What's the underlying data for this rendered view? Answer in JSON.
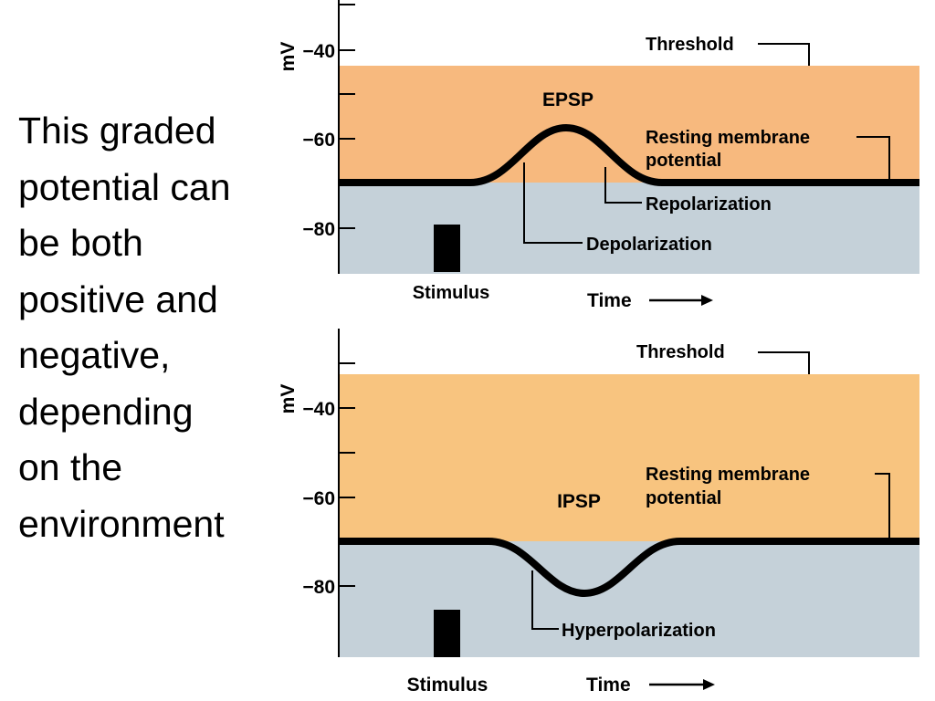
{
  "caption_lines": [
    "This graded",
    "potential can",
    "be both",
    "positive and",
    "negative,",
    "depending",
    "on the",
    "environment"
  ],
  "colors": {
    "above_resting": "#f7b97e",
    "above_resting_ipsp": "#f8c47f",
    "below_resting": "#c5d1d9",
    "trace": "#000000",
    "stimulus": "#000000"
  },
  "panels": [
    {
      "name": "EPSP",
      "title": "EPSP",
      "y_axis_label": "mV",
      "y_ticks": [
        "−40",
        "−60",
        "−80"
      ],
      "threshold_label": "Threshold",
      "resting_label_lines": [
        "Resting membrane",
        "potential"
      ],
      "annotations": [
        "Repolarization",
        "Depolarization"
      ],
      "stimulus_label": "Stimulus",
      "time_label": "Time"
    },
    {
      "name": "IPSP",
      "title": "IPSP",
      "y_axis_label": "mV",
      "y_ticks": [
        "−40",
        "−60",
        "−80"
      ],
      "threshold_label": "Threshold",
      "resting_label_lines": [
        "Resting membrane",
        "potential"
      ],
      "annotations": [
        "Hyperpolarization"
      ],
      "stimulus_label": "Stimulus",
      "time_label": "Time"
    }
  ]
}
